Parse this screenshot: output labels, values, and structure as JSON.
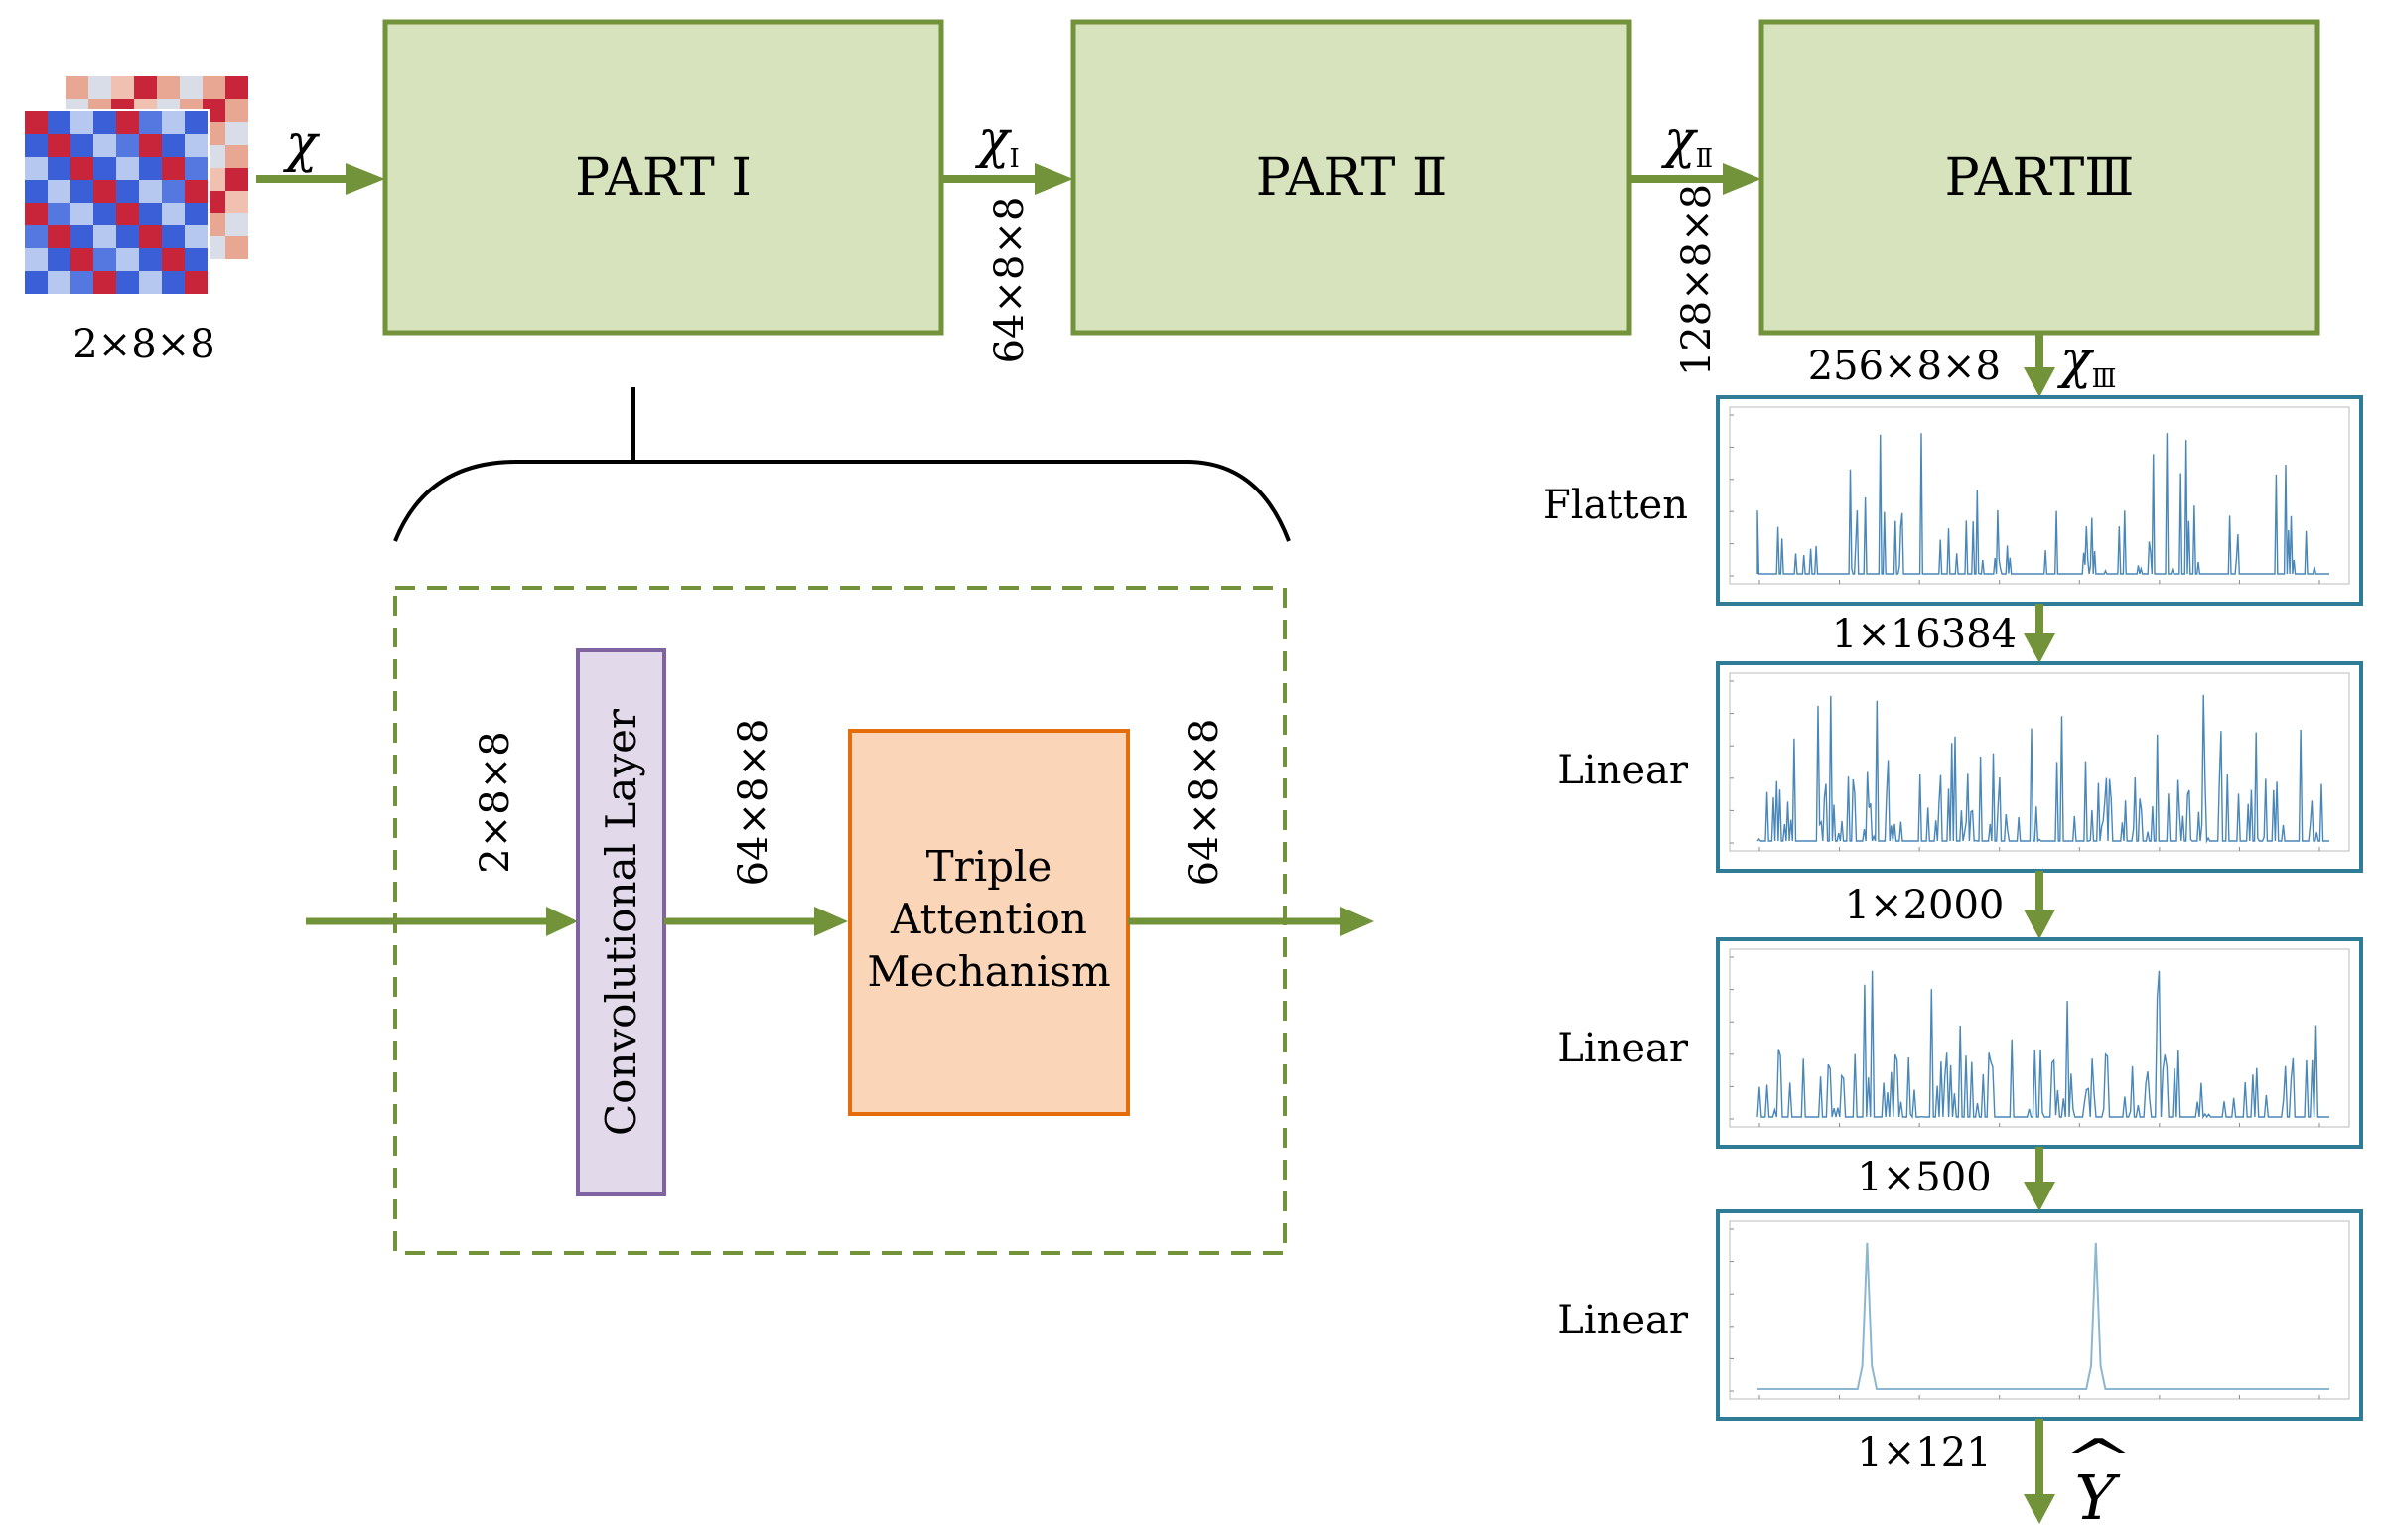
{
  "colors": {
    "arrow": "#72933a",
    "part_fill": "#d6e3bc",
    "part_stroke": "#72933a",
    "conv_fill": "#e2d9ea",
    "conv_stroke": "#8064a2",
    "attn_fill": "#fad5b8",
    "attn_stroke": "#e46c0a",
    "plot_frame": "#2e7c96",
    "plot_line": "#2a72ad",
    "heat_red": "#c8253a",
    "heat_blue": "#3a5fd6",
    "heat_light": "#b6c8ef"
  },
  "input": {
    "symbol": "χ",
    "shape_label": "2×8×8",
    "heatmap": [
      [
        2,
        0,
        1,
        0,
        2,
        3,
        1,
        0
      ],
      [
        0,
        2,
        0,
        1,
        3,
        2,
        0,
        1
      ],
      [
        1,
        0,
        2,
        0,
        1,
        0,
        2,
        3
      ],
      [
        0,
        1,
        0,
        2,
        0,
        1,
        3,
        2
      ],
      [
        2,
        3,
        1,
        0,
        2,
        0,
        1,
        0
      ],
      [
        3,
        2,
        0,
        1,
        0,
        2,
        0,
        1
      ],
      [
        1,
        0,
        2,
        3,
        1,
        0,
        2,
        0
      ],
      [
        0,
        1,
        3,
        2,
        0,
        1,
        0,
        2
      ]
    ]
  },
  "parts": [
    {
      "label": "PART Ⅰ"
    },
    {
      "label": "PART Ⅱ"
    },
    {
      "label": "PARTⅢ"
    }
  ],
  "connectors": [
    {
      "symbol": "χ",
      "sub": "Ⅰ",
      "shape": "64×8×8"
    },
    {
      "symbol": "χ",
      "sub": "Ⅱ",
      "shape": "128×8×8"
    },
    {
      "symbol": "χ",
      "sub": "Ⅲ",
      "shape": "256×8×8"
    }
  ],
  "detail": {
    "input_shape": "2×8×8",
    "conv_label": "Convolutional Layer",
    "mid_shape": "64×8×8",
    "attention_lines": [
      "Triple",
      "Attention",
      "Mechanism"
    ],
    "out_shape": "64×8×8"
  },
  "head": [
    {
      "op": "Flatten",
      "out_shape": "1×16384"
    },
    {
      "op": "Linear",
      "out_shape": "1×2000"
    },
    {
      "op": "Linear",
      "out_shape": "1×500"
    },
    {
      "op": "Linear",
      "out_shape": "1×121"
    }
  ],
  "output": {
    "symbol": "Y",
    "hat": "^"
  }
}
